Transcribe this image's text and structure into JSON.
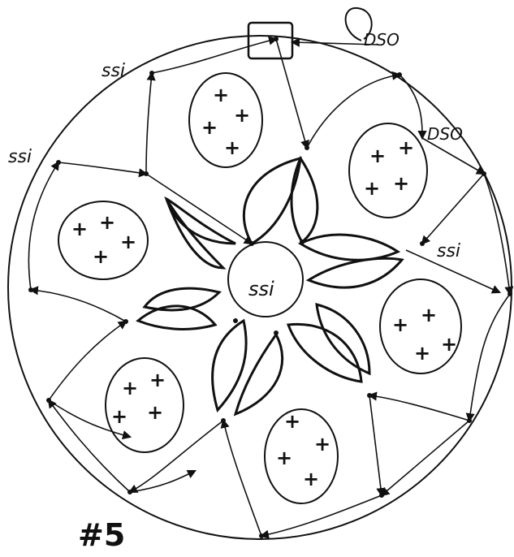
{
  "figure_label": "#5",
  "labels": {
    "dso_top": "DSO",
    "dso_right": "DSO",
    "ssi_top_left": "ssi",
    "ssi_left": "ssi",
    "ssi_right": "ssi",
    "ssi_center": "ssi"
  },
  "plus_symbol": "+",
  "colors": {
    "ink": "#111111",
    "paper": "#ffffff"
  }
}
